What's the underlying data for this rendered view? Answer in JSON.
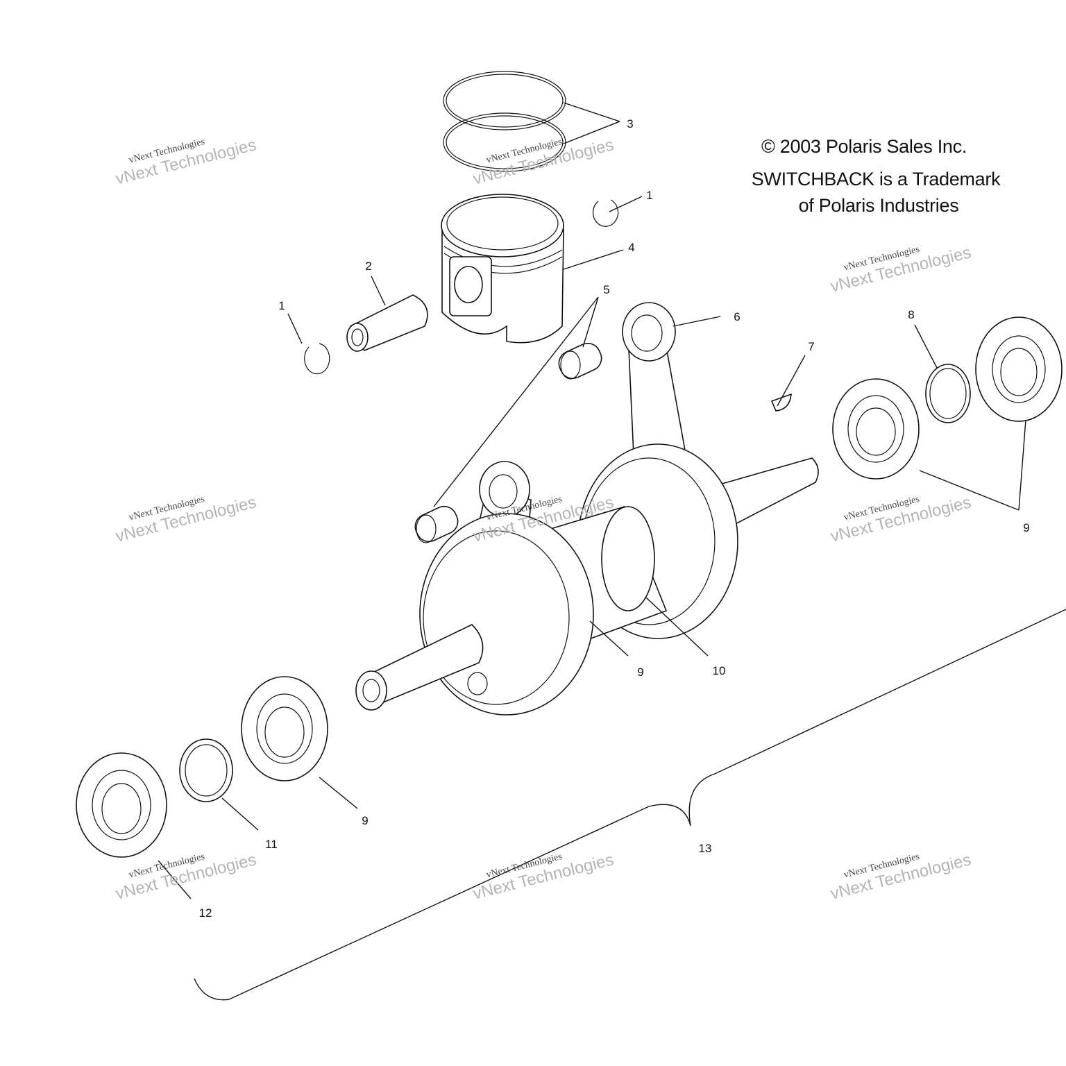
{
  "copyright": {
    "line1": "© 2003 Polaris Sales Inc.",
    "line2": "SWITCHBACK is a Trademark",
    "line3": "of Polaris Industries"
  },
  "callouts": {
    "c3": "3",
    "c1a": "1",
    "c4": "4",
    "c2": "2",
    "c1b": "1",
    "c5": "5",
    "c6": "6",
    "c7": "7",
    "c8": "8",
    "c9a": "9",
    "c9b": "9",
    "c10": "10",
    "c9c": "9",
    "c11": "11",
    "c12": "12",
    "c13": "13"
  },
  "watermark": {
    "line1": "vNext Technologies",
    "line2": "vNext Technologies"
  }
}
